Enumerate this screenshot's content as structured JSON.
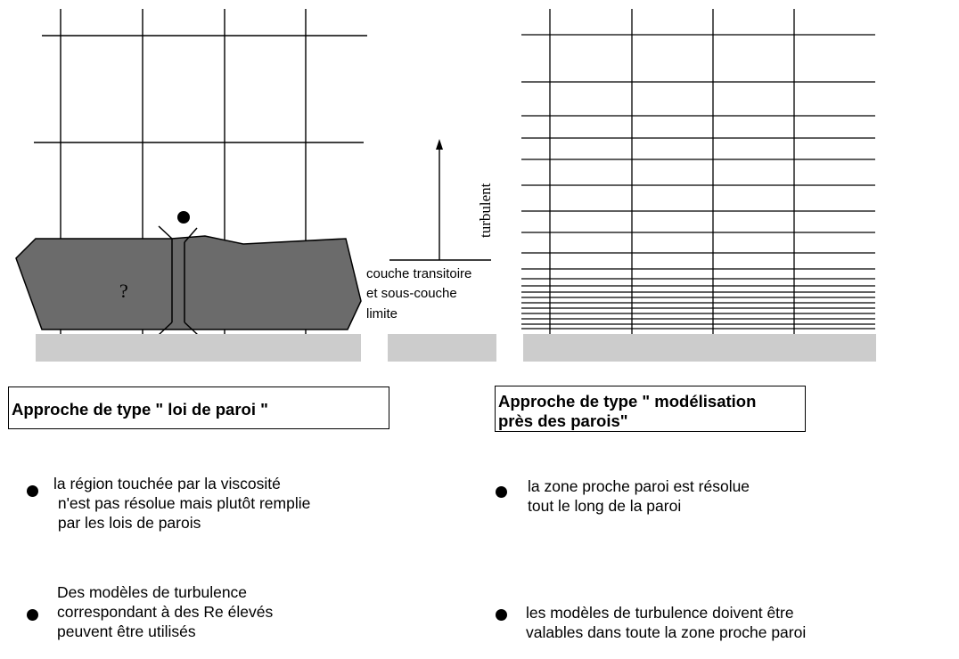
{
  "figure": {
    "left_panel": {
      "question_mark": "?"
    },
    "middle_panel": {
      "arrow_label": "turbulent",
      "layer_lines": [
        "couche transitoire",
        "et sous-couche",
        "limite"
      ]
    },
    "colors": {
      "blob_fill": "#6b6b6b",
      "wall_fill": "#cccccc",
      "line": "#000000"
    },
    "icons": [
      "dot-icon",
      "arrow-up-icon",
      "wall-function-icon"
    ]
  },
  "left_section": {
    "title": "Approche de type \" loi de paroi \"",
    "bullets": [
      {
        "lines": [
          "la région touchée par la  viscosité",
          " n'est pas résolue mais plutôt remplie",
          " par les lois de parois"
        ]
      },
      {
        "lines": [
          "Des modèles de turbulence",
          "correspondant à des Re élevés",
          "peuvent être utilisés"
        ]
      }
    ]
  },
  "right_section": {
    "title_lines": [
      "Approche de type \" modélisation",
      "près des parois\""
    ],
    "bullets": [
      {
        "lines": [
          "la zone proche paroi est résolue",
          "tout le long de la paroi"
        ]
      },
      {
        "lines": [
          "les modèles de turbulence doivent être",
          "valables dans toute la zone proche paroi"
        ]
      }
    ]
  }
}
